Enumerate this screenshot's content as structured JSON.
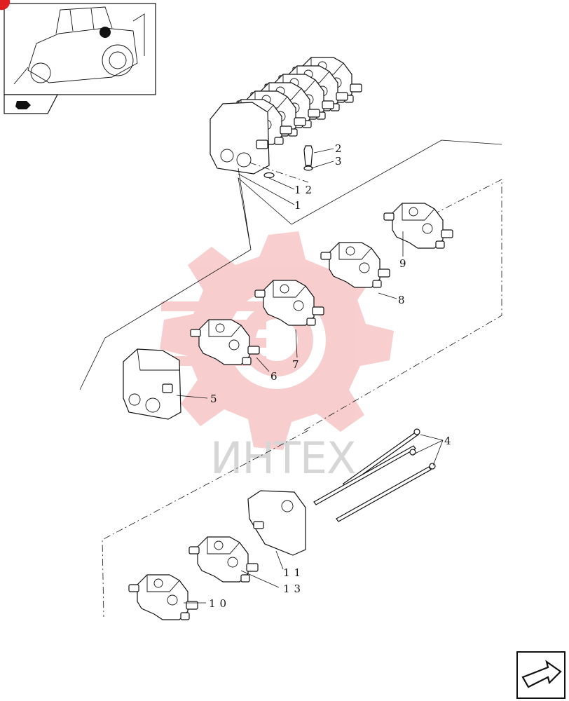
{
  "watermark": {
    "text": "ИНТЕХ",
    "color": "#d6d6d6",
    "logo_color": "#f6c0c0"
  },
  "thumbnail": {
    "nav_icon": "arrow-right-icon"
  },
  "callouts": [
    {
      "id": "1",
      "label": "1"
    },
    {
      "id": "2",
      "label": "2"
    },
    {
      "id": "3",
      "label": "3"
    },
    {
      "id": "4",
      "label": "4"
    },
    {
      "id": "5",
      "label": "5"
    },
    {
      "id": "6",
      "label": "6"
    },
    {
      "id": "7",
      "label": "7"
    },
    {
      "id": "8",
      "label": "8"
    },
    {
      "id": "9",
      "label": "9"
    },
    {
      "id": "10",
      "label": "10"
    },
    {
      "id": "11",
      "label": "11"
    },
    {
      "id": "12",
      "label": "12"
    },
    {
      "id": "13",
      "label": "13"
    }
  ],
  "nav_button": {
    "icon": "next-page-arrow-icon"
  },
  "colors": {
    "line": "#111111",
    "accent": "#e02020"
  }
}
